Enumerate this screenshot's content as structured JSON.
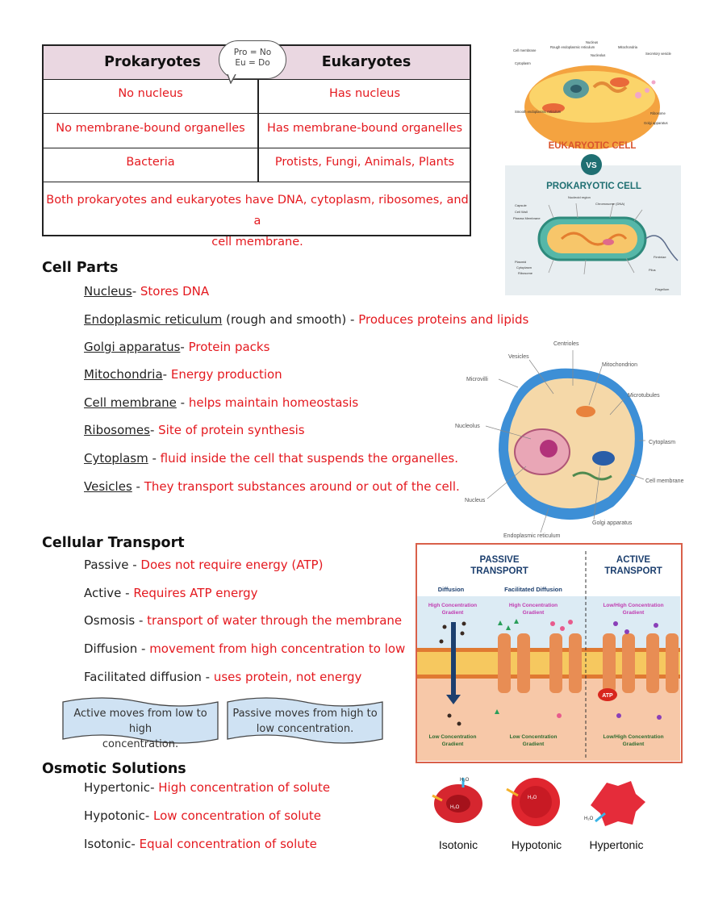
{
  "comparison": {
    "bubble_line1": "Pro = No",
    "bubble_line2": "Eu = Do",
    "headers": [
      "Prokaryotes",
      "Eukaryotes"
    ],
    "rows": [
      [
        "No nucleus",
        "Has nucleus"
      ],
      [
        "No membrane-bound organelles",
        "Has membrane-bound organelles"
      ],
      [
        "Bacteria",
        "Protists, Fungi, Animals, Plants"
      ]
    ],
    "both_line1": "Both prokaryotes and eukaryotes have DNA, cytoplasm, ribosomes, and a",
    "both_line2": "cell membrane."
  },
  "cell_diagram_top": {
    "eukaryotic_title": "EUKARYOTIC CELL",
    "vs": "VS",
    "prokaryotic_title": "PROKARYOTIC CELL",
    "euk_labels": [
      "Nucleus",
      "Rough endoplasmic reticulum",
      "Nucleolus",
      "Mitochondria",
      "Cell membrane",
      "Secretory vesicle",
      "Cytoplasm",
      "Ribosome",
      "Smooth endoplasmic reticulum",
      "Golgi apparatus"
    ],
    "pro_labels": [
      "Nucleoid region",
      "Capsule",
      "Chromosome (DNA)",
      "Cell Wall",
      "Plasma Membrane",
      "Plasmid",
      "Cytoplasm",
      "Ribosome",
      "Fimbriae",
      "Pilus",
      "Flagellum"
    ]
  },
  "cell_parts": {
    "heading": "Cell Parts",
    "items": [
      {
        "term": "Nucleus",
        "sep": "- ",
        "def": "Stores DNA"
      },
      {
        "term": "Endoplasmic reticulum",
        "extra": " (rough and smooth) - ",
        "def": "Produces proteins and lipids"
      },
      {
        "term": "Golgi apparatus",
        "sep": "- ",
        "def": "Protein packs"
      },
      {
        "term": "Mitochondria",
        "sep": "- ",
        "def": "Energy production"
      },
      {
        "term": "Cell membrane",
        "sep": " - ",
        "def": "helps maintain homeostasis"
      },
      {
        "term": "Ribosomes",
        "sep": "- ",
        "def": "Site of protein synthesis"
      },
      {
        "term": "Cytoplasm",
        "sep": " - ",
        "def": "fluid inside the cell that suspends the organelles."
      },
      {
        "term": "Vesicles",
        "sep": " - ",
        "def": "They transport substances around or out of the cell."
      }
    ]
  },
  "animal_cell": {
    "labels": [
      "Centrioles",
      "Vesicles",
      "Mitochondrion",
      "Microvilli",
      "Microtubules",
      "Nucleolus",
      "Cytoplasm",
      "Cell membrane",
      "Nucleus",
      "Golgi apparatus",
      "Endoplasmic reticulum"
    ]
  },
  "transport": {
    "heading": "Cellular Transport",
    "items": [
      {
        "term": "Passive",
        "def": "Does not require energy (ATP)"
      },
      {
        "term": "Active",
        "def": "Requires ATP energy"
      },
      {
        "term": "Osmosis",
        "def": "transport of water through the membrane"
      },
      {
        "term": "Diffusion",
        "def": "movement from high concentration to low"
      },
      {
        "term": "Facilitated diffusion",
        "def": "uses protein, not energy"
      }
    ],
    "banner_left": [
      "Active moves from low to high",
      "concentration."
    ],
    "banner_right": [
      "Passive moves from high to",
      "low concentration."
    ]
  },
  "transport_diagram": {
    "passive_title": [
      "PASSIVE",
      "TRANSPORT"
    ],
    "active_title": [
      "ACTIVE",
      "TRANSPORT"
    ],
    "diffusion": "Diffusion",
    "facilitated": "Facilitated Diffusion",
    "high_grad": [
      "High Concentration",
      "Gradient"
    ],
    "lowhigh_grad": [
      "Low/High Concentration",
      "Gradient"
    ],
    "low_grad": [
      "Low Concentration",
      "Gradient"
    ],
    "atp": "ATP"
  },
  "osmotic": {
    "heading": "Osmotic Solutions",
    "items": [
      {
        "term": "Hypertonic",
        "def": "High concentration of solute"
      },
      {
        "term": "Hypotonic",
        "def": "Low concentration of solute"
      },
      {
        "term": "Isotonic",
        "def": "Equal concentration of solute"
      }
    ],
    "cells": [
      "Isotonic",
      "Hypotonic",
      "Hypertonic"
    ],
    "h2o": "H₂O"
  },
  "colors": {
    "accent_red": "#e4191f",
    "table_header": "#ead7e1",
    "banner": "#cfe2f3",
    "frame": "#d9604a"
  }
}
